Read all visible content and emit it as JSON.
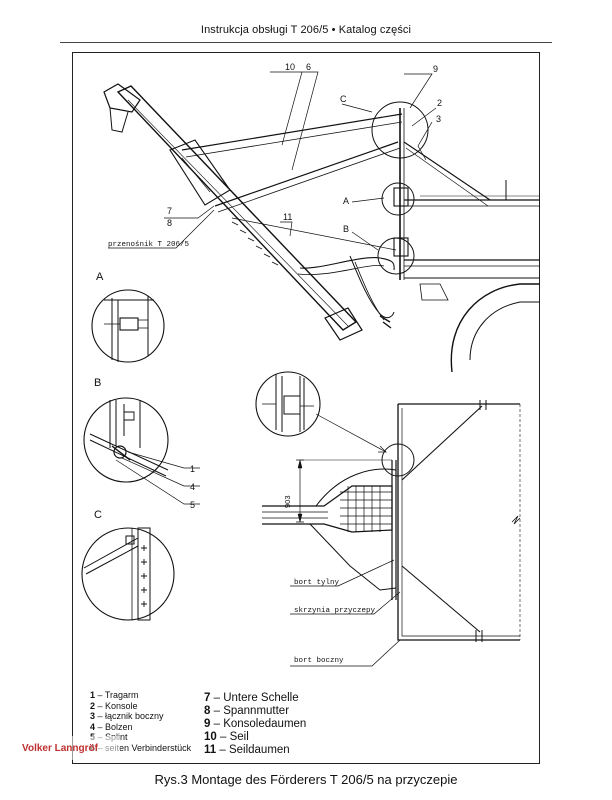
{
  "header": {
    "title": "Instrukcja obsługi T 206/5 • Katalog części"
  },
  "callouts": {
    "c10": "10",
    "c6": "6",
    "c9": "9",
    "cC": "C",
    "c2": "2",
    "c3": "3",
    "cA": "A",
    "cB": "B",
    "c7": "7",
    "c8": "8",
    "c11": "11",
    "conveyor": "przenośnik T 206/5"
  },
  "details": {
    "a_label": "A",
    "b_label": "B",
    "b_callouts": [
      "1",
      "4",
      "5"
    ],
    "c_label": "C"
  },
  "top_view": {
    "dimension": "903",
    "labels": [
      "bort tylny",
      "skrzynia przyczepy",
      "bort boczny"
    ]
  },
  "legend": {
    "left": [
      {
        "num": "1",
        "text": " – Tragarm"
      },
      {
        "num": "2",
        "text": " – Konsole"
      },
      {
        "num": "3",
        "text": " – łącznik boczny"
      },
      {
        "num": "4",
        "text": " – Bolzen"
      },
      {
        "num": "5",
        "text": " – Splint"
      },
      {
        "num": "6",
        "text": " – seiten Verbinderstück"
      }
    ],
    "right": [
      {
        "num": "7",
        "text": " – Untere Schelle"
      },
      {
        "num": "8",
        "text": " – Spannmutter"
      },
      {
        "num": "9",
        "text": " – Konsoledaumen"
      },
      {
        "num": "10",
        "text": " – Seil"
      },
      {
        "num": "11",
        "text": " – Seildaumen"
      }
    ]
  },
  "caption": "Rys.3 Montage des Förderers  T 206/5 na przyczepie",
  "watermark": "Volker Lanngröf"
}
